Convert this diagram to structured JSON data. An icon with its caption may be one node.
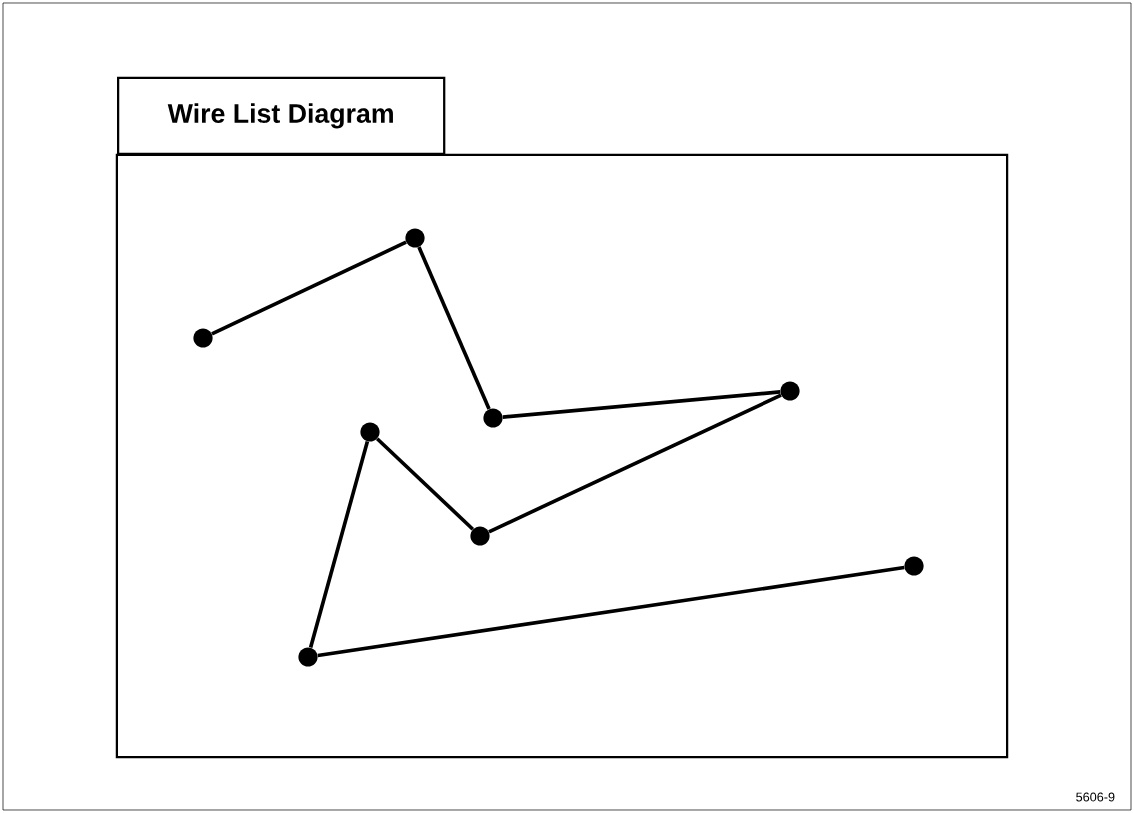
{
  "diagram": {
    "nodes": [
      {
        "text": [
          "Wire List Diagram"
        ]
      },
      {
        "text": [],
        "shape": "circle",
        "in": 0
      },
      {
        "text": [],
        "shape": "circle",
        "in": 0
      },
      {
        "text": [],
        "shape": "circle",
        "in": 0
      },
      {
        "text": [],
        "shape": "circle",
        "in": 0
      },
      {
        "text": [],
        "shape": "circle",
        "in": 0
      },
      {
        "text": [],
        "shape": "circle",
        "in": 0
      },
      {
        "text": [],
        "shape": "circle",
        "in": 0
      },
      {
        "text": [],
        "shape": "circle",
        "in": 0
      }
    ],
    "edges": [
      {
        "from": 1,
        "to": 4,
        "arrow": "none"
      },
      {
        "from": 4,
        "to": 6,
        "arrow": "none"
      },
      {
        "from": 6,
        "to": 7,
        "arrow": "none"
      },
      {
        "from": 7,
        "to": 5,
        "arrow": "none"
      },
      {
        "from": 5,
        "to": 3,
        "arrow": "none"
      },
      {
        "from": 3,
        "to": 2,
        "arrow": "none"
      },
      {
        "from": 2,
        "to": 8,
        "arrow": "none"
      }
    ],
    "labels": [
      "5606-9"
    ]
  }
}
